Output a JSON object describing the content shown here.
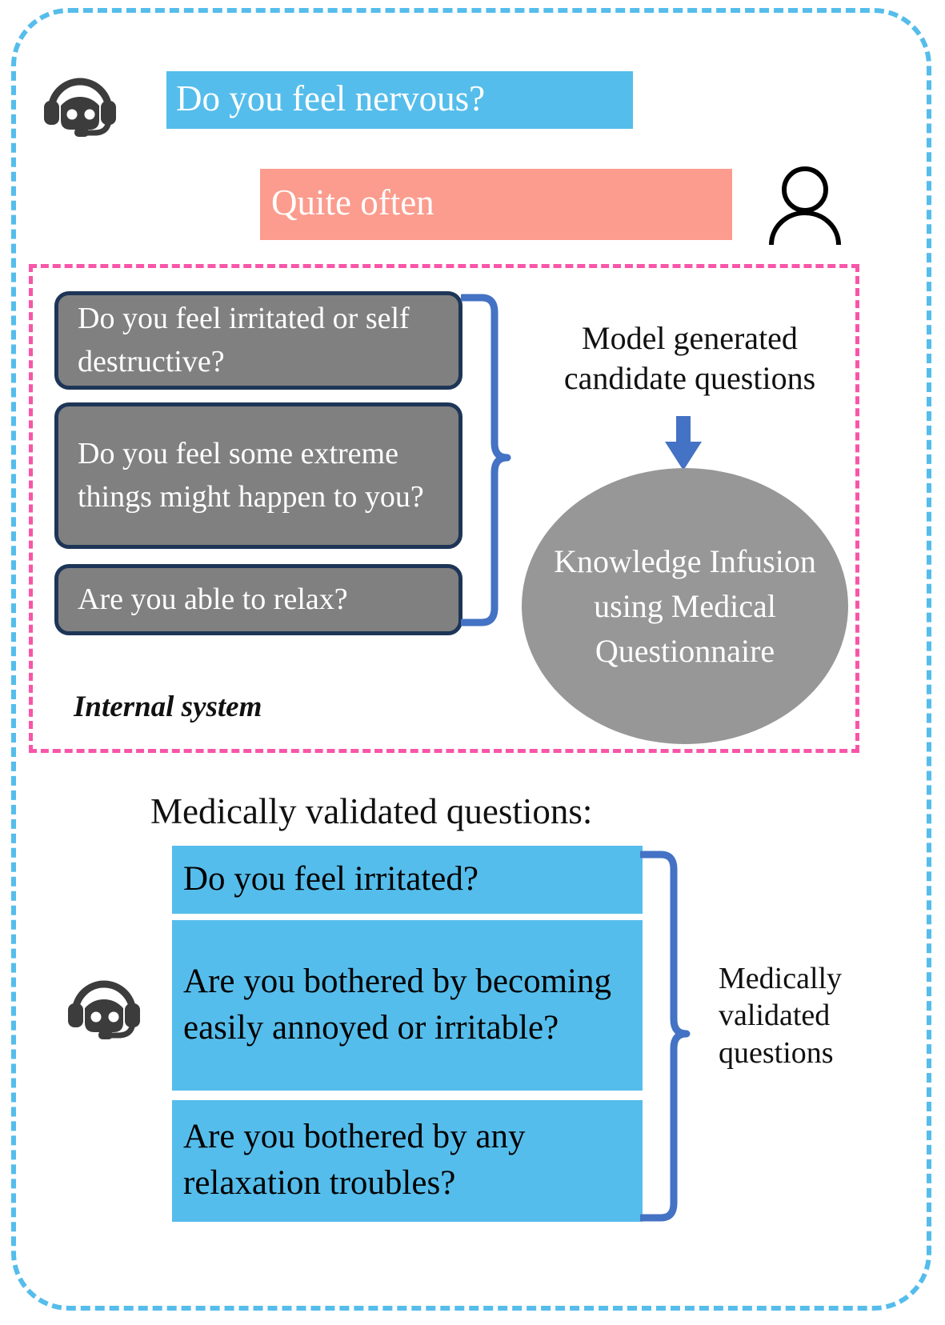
{
  "colors": {
    "bubble_bot": "#55bdeb",
    "bubble_user": "#fb9c8e",
    "card_fill": "#808080",
    "card_border": "#1d3557",
    "ellipse_fill": "#979797",
    "outer_border": "#55bdeb",
    "internal_border": "#f955a8",
    "connector": "#4472c4"
  },
  "conversation": {
    "bot_question": "Do you feel nervous?",
    "user_answer": "Quite often",
    "bot_icon": "robot-headset-icon",
    "user_icon": "user-avatar-icon"
  },
  "internal_system": {
    "title": "Internal system",
    "candidate_label": "Model generated candidate questions",
    "candidates": [
      "Do you feel irritated or self destructive?",
      "Do you feel some extreme things might happen to you?",
      "Are you able to relax?"
    ],
    "knowledge_node": "Knowledge Infusion using Medical Questionnaire"
  },
  "validated": {
    "heading": "Medically validated questions:",
    "side_label": "Medically validated questions",
    "questions": [
      "Do you feel irritated?",
      "Are you bothered by becoming easily annoyed or irritable?",
      "Are you bothered by any relaxation troubles?"
    ],
    "bot_icon": "robot-headset-icon"
  }
}
